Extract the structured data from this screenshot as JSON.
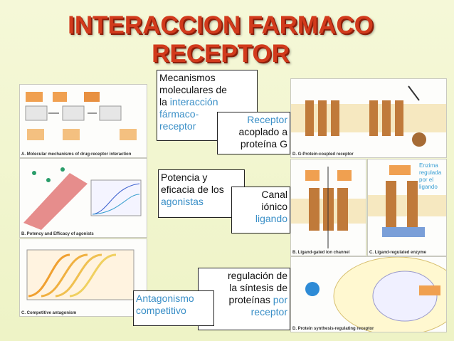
{
  "slide": {
    "title_line1": "INTERACCION FARMACO",
    "title_line2": "RECEPTOR"
  },
  "boxes": {
    "mecanismos": {
      "l1": "Mecanismos",
      "l2": "moleculares de",
      "l3a": "la ",
      "l3b": "interacción",
      "l4": "fármaco-",
      "l5": "receptor"
    },
    "receptor_g": {
      "l1": "Receptor",
      "l2": "acoplado a",
      "l3": "proteína G"
    },
    "potencia": {
      "l1": "Potencia y",
      "l2": "eficacia de los",
      "l3": "agonistas"
    },
    "canal": {
      "l1": "Canal",
      "l2": "iónico",
      "l3": "ligando"
    },
    "regulacion": {
      "l1": "regulación de",
      "l2": "la síntesis de",
      "l3a": "proteínas ",
      "l3b": "por",
      "l4": "receptor"
    },
    "antagonismo": {
      "l1": "Antagonismo",
      "l2": "competitivo"
    },
    "enzima": {
      "l1": "Enzima",
      "l2": "regulada",
      "l3": "por el",
      "l4": "ligando"
    }
  },
  "figure_captions": {
    "a": "A. Molecular mechanisms of drug-receptor interaction",
    "b": "B. Potency and Efficacy of agonists",
    "c": "C. Competitive antagonism",
    "d": "D. G-Protein-coupled receptor",
    "e": "B. Ligand-gated ion channel",
    "f": "C. Ligand-regulated enzyme",
    "g": "D. Protein synthesis-regulating receptor"
  },
  "colors": {
    "title": "#d23a1c",
    "accent_blue": "#3a8fc7"
  }
}
